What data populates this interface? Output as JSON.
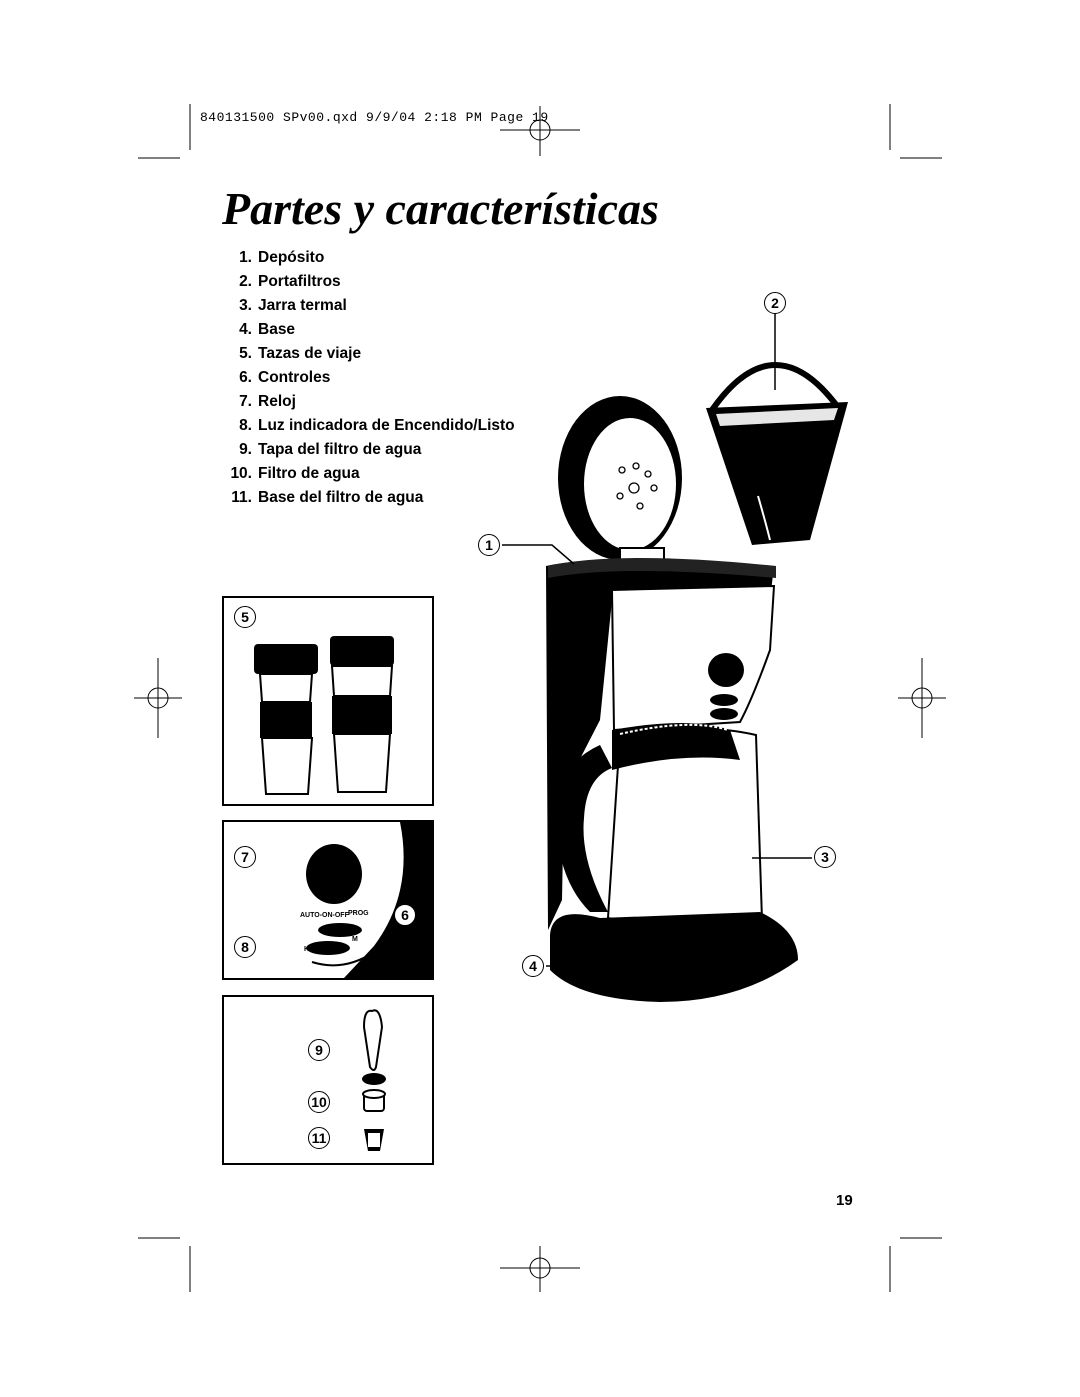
{
  "slug_line": "840131500 SPv00.qxd  9/9/04  2:18 PM  Page 19",
  "title": "Partes y características",
  "parts": [
    {
      "num": "1.",
      "label": "Depósito"
    },
    {
      "num": "2.",
      "label": "Portafiltros"
    },
    {
      "num": "3.",
      "label": "Jarra termal"
    },
    {
      "num": "4.",
      "label": "Base"
    },
    {
      "num": "5.",
      "label": "Tazas de viaje"
    },
    {
      "num": "6.",
      "label": "Controles"
    },
    {
      "num": "7.",
      "label": "Reloj"
    },
    {
      "num": "8.",
      "label": "Luz indicadora de Encendido/Listo"
    },
    {
      "num": "9.",
      "label": "Tapa del filtro de agua"
    },
    {
      "num": "10.",
      "label": "Filtro de agua"
    },
    {
      "num": "11.",
      "label": "Base del filtro de agua"
    }
  ],
  "callouts": {
    "c1": "1",
    "c2": "2",
    "c3": "3",
    "c4": "4",
    "c5": "5",
    "c6": "6",
    "c7": "7",
    "c8": "8",
    "c9": "9",
    "c10": "10",
    "c11": "11"
  },
  "control_labels": {
    "auto": "AUTO-ON-OFF",
    "prog": "PROG",
    "h": "H",
    "m": "M"
  },
  "page_number": "19"
}
